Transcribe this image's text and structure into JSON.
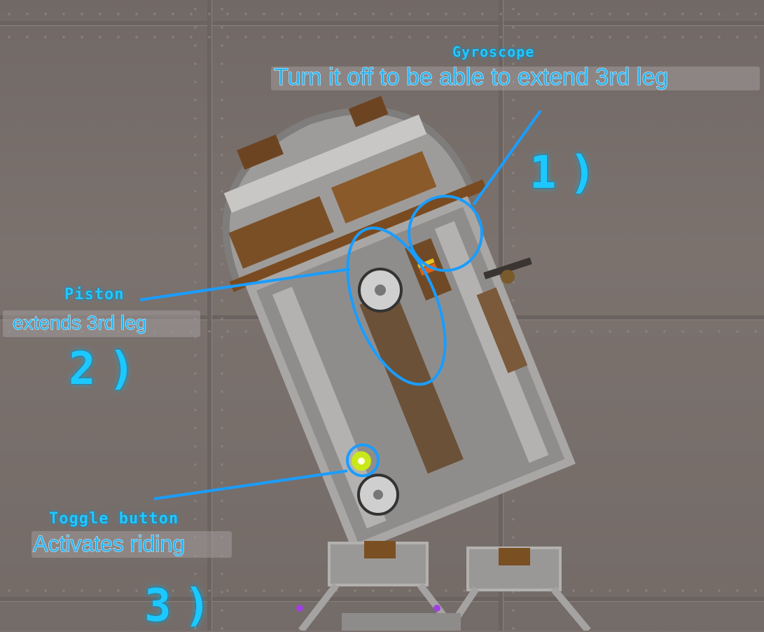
{
  "scene": {
    "type": "game-screenshot",
    "background_color": "#7b726e",
    "accent_color": "#1cb4ff",
    "object": "R2-style droid contraption"
  },
  "annotations": [
    {
      "number": "1)",
      "title": "Gyroscope",
      "description": "Turn it off to be able to extend 3rd leg"
    },
    {
      "number": "2)",
      "title": "Piston",
      "description": "extends 3rd leg"
    },
    {
      "number": "3)",
      "title": "Toggle button",
      "description": "Activates riding"
    }
  ]
}
